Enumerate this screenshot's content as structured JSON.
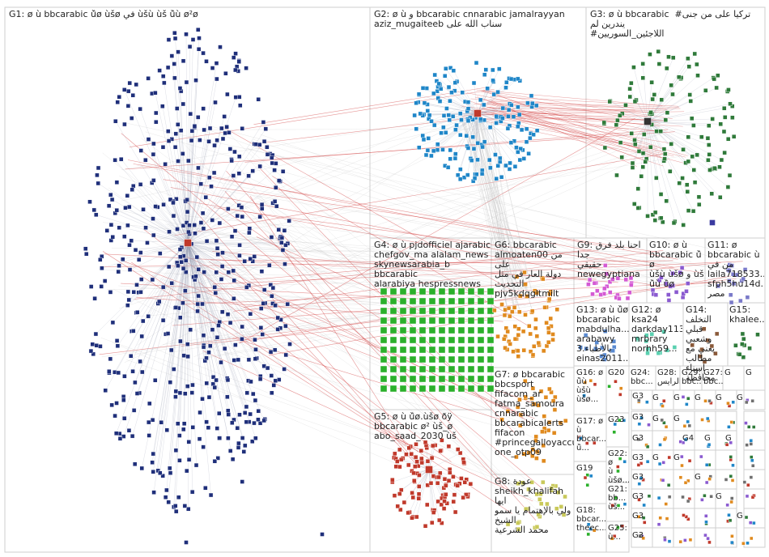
{
  "colors": {
    "border": "#cfcfcf",
    "edge_gray": "#bdbdbd",
    "edge_red": "#d23b3b",
    "g1": "#1f2f7a",
    "g2": "#1f86c8",
    "g3": "#2f7a3a",
    "g4": "#2bb02b",
    "g5": "#c0392b",
    "g6": "#e08a1e",
    "g9": "#d45ad4",
    "g10": "#8a5ad0",
    "misc": "#6f6f6f"
  },
  "groups": [
    {
      "id": "g1",
      "label": "G1: ø ù bbcarabic ù̂ø ùšø في ùšù ùš ù̂ù ø²ø"
    },
    {
      "id": "g2",
      "label": "G2: ø ù و bbcarabic cnnarabic jamalrayyan\naziz_mugaiteeb سناب الله على"
    },
    {
      "id": "g3",
      "label": "G3: ø ù bbcarabic  #تركيا على من جنى يندرين لم\n#اللاجئين_السوريين"
    },
    {
      "id": "g4",
      "label": "G4: ø ù pjdofficiel ajarabic\nchefgov_ma alalam_news\nskynewsarabia_b bbcarabic\nalarabiya hespressnews"
    },
    {
      "id": "g5",
      "label": "G5: ø ù ù̂ø.ùšø ðÿ\nbbcarabic ø² ùš_ø\nabo_saad_2030 ùš"
    },
    {
      "id": "g6",
      "label": "G6: bbcarabic\nalmoaten00 من على\nدولة العار في مثل التحديث\npjv5kdqgltmilt"
    },
    {
      "id": "g7",
      "label": "G7: ø bbcarabic\nbbcsport fifacom_ar\nfatma_samoura\ncnnarabic\nbbcarabicalerts\nfifacon\n#princegalloyaccu...\none_otp09"
    },
    {
      "id": "g8",
      "label": "G8: عودة\nsheikh_khalifah ايها\nولي بالإهتمام يا سمو الشيخ\nمحمد الشرعية"
    },
    {
      "id": "g9",
      "label": "G9: احنا بلد فرق جدا\nحقيقي\nnewegyptiana"
    },
    {
      "id": "g10",
      "label": "G10: ø ù\nbbcarabic ù̂ ø\nùšù ùšø و ùš\nù̂ù ù̂ø"
    },
    {
      "id": "g11",
      "label": "G11: ø\nbbcarabic ù\nمن في\nlaila718533...\nsfph5hu14d...\nمصر"
    },
    {
      "id": "g12",
      "label": "G12: ø\nksa24\ndarkday113\nmrbrary\nnorhh59..."
    },
    {
      "id": "g13",
      "label": "G13: ø ù ù̂ø\nbbcarabic\nmabdulha...\narabawy\n3.بالأطباء\neinas2011..."
    },
    {
      "id": "g14",
      "label": "G14:\nالتخلف\nقبلي وشعبي\nيعني مع\nمطالب اسناء\nمحافظة"
    },
    {
      "id": "g15",
      "label": "G15:\nkhalee..."
    },
    {
      "id": "g16",
      "label": "G16: ø\nù̂ù\nùšù\nùšø..."
    },
    {
      "id": "g17",
      "label": "G17: ø\nù\nbbcar...\nù̂..."
    },
    {
      "id": "g18",
      "label": "G18:\nbbcar...\ntheec..."
    },
    {
      "id": "g19",
      "label": "G19"
    },
    {
      "id": "g20",
      "label": "G20"
    },
    {
      "id": "g21",
      "label": "G21:\nbb...\nùš..."
    },
    {
      "id": "g22",
      "label": "G22:\nø\nù\nùšø..."
    },
    {
      "id": "g23",
      "label": "G23"
    },
    {
      "id": "g24",
      "label": "G24:\nbbc..."
    },
    {
      "id": "g25",
      "label": "G25:\nù..."
    },
    {
      "id": "g27",
      "label": "G27:\nbbc..."
    },
    {
      "id": "g28",
      "label": "G28: الرايس"
    },
    {
      "id": "g29",
      "label": "G29:\nbbc..."
    },
    {
      "id": "g3x",
      "label": "G3"
    },
    {
      "id": "g4x",
      "label": "G4"
    },
    {
      "id": "gx",
      "label": "G"
    }
  ]
}
